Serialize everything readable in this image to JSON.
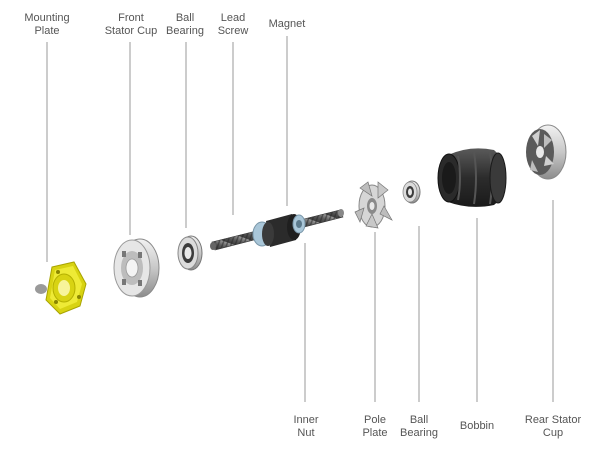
{
  "labels": {
    "mounting_plate": [
      "Mounting",
      "Plate"
    ],
    "front_stator_cup": [
      "Front",
      "Stator Cup"
    ],
    "ball_bearing_front": [
      "Ball",
      "Bearing"
    ],
    "lead_screw": [
      "Lead",
      "Screw"
    ],
    "magnet": [
      "Magnet"
    ],
    "inner_nut": [
      "Inner",
      "Nut"
    ],
    "pole_plate": [
      "Pole",
      "Plate"
    ],
    "ball_bearing_rear": [
      "Ball",
      "Bearing"
    ],
    "bobbin": [
      "Bobbin"
    ],
    "rear_stator_cup": [
      "Rear Stator",
      "Cup"
    ]
  },
  "colors": {
    "mounting_plate": "#e6e21e",
    "metal": "#c9c9c9",
    "metal_dark": "#8a8a8a",
    "magnet": "#2a2a2a",
    "nut_blue": "#a9c6d8",
    "bobbin": "#3a3a3a",
    "leader": "#9a9a9a",
    "text": "#555555"
  }
}
